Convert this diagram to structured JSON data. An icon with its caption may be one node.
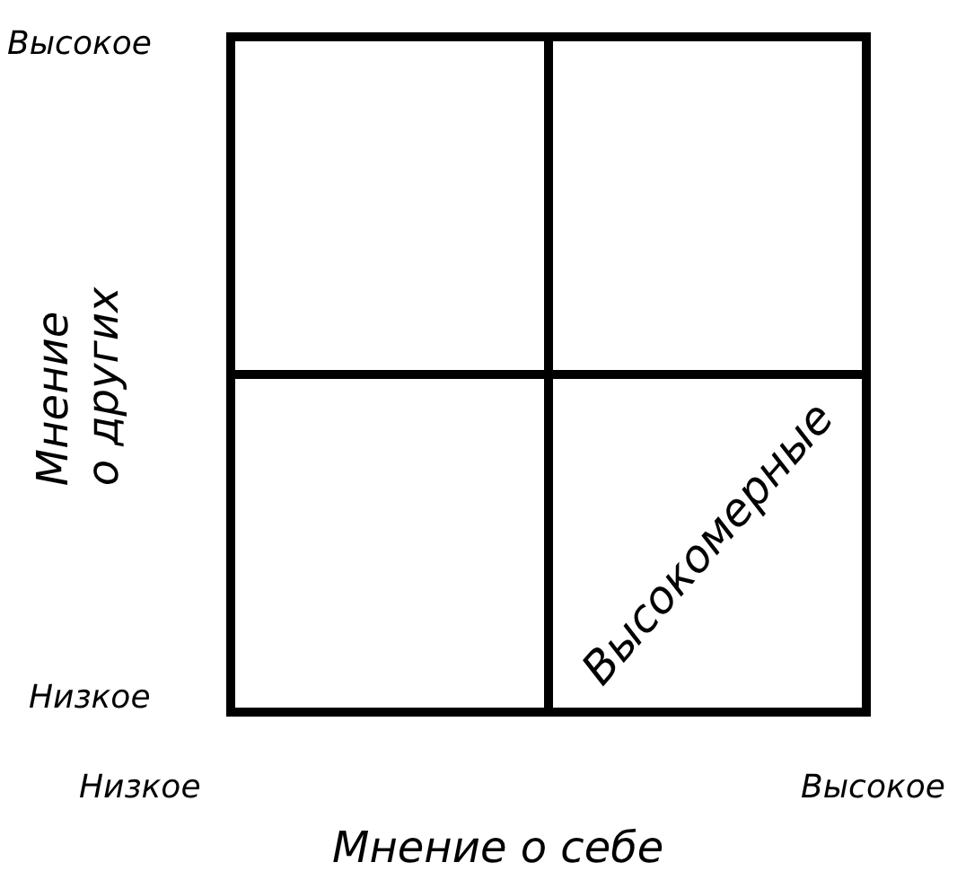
{
  "diagram": {
    "nodes": [
      {
        "text": [],
        "shape": "box"
      },
      {
        "text": [],
        "shape": "box"
      },
      {
        "text": [],
        "shape": "box"
      },
      {
        "text": [
          "Высокомерные"
        ]
      }
    ],
    "labels": [
      "Высокое",
      "Мнение о других",
      "Низкое",
      "Низкое",
      "Высокое",
      "Мнение о себе"
    ]
  }
}
